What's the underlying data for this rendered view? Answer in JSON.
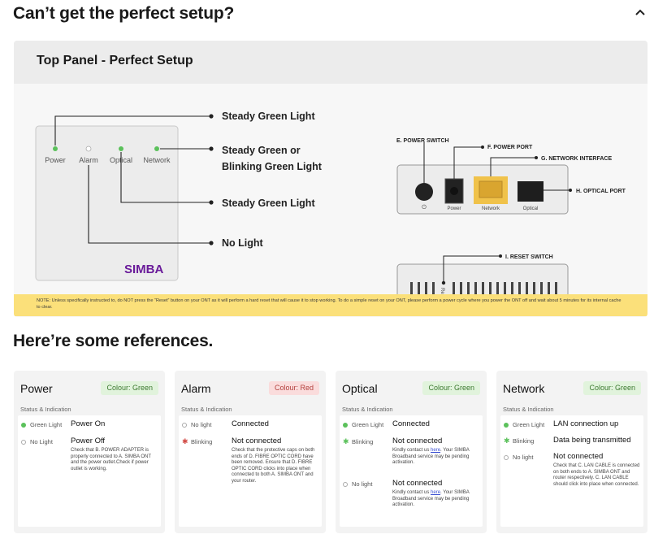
{
  "header": {
    "title": "Can’t get the perfect setup?"
  },
  "panel": {
    "title": "Top Panel - Perfect Setup",
    "front": {
      "lights": [
        "Power",
        "Alarm",
        "Optical",
        "Network"
      ],
      "brand": "SIMBA",
      "callouts": [
        "Steady Green Light",
        "Steady Green or",
        "Blinking Green Light",
        "Steady Green Light",
        "No Light"
      ]
    },
    "back": {
      "labels": {
        "e": "E. POWER SWITCH",
        "f": "F. POWER PORT",
        "g": "G. NETWORK INTERFACE",
        "h": "H. OPTICAL PORT",
        "i": "I. RESET SWITCH"
      },
      "ports": [
        "Power",
        "Network",
        "Optical"
      ],
      "reset": "Reset"
    },
    "note": "NOTE:  Unless specifically instructed to, do NOT press the “Reset” button on your ONT as it will perform a hard reset that will cause it to stop working. To do a simple reset on your ONT, please perform a power cycle where you power the ONT off and wait about 5 minutes for its internal cache to clear."
  },
  "references": {
    "title": "Here’re some references.",
    "status_heading": "Status & Indication",
    "cards": [
      {
        "name": "Power",
        "colour": "Colour: Green",
        "rows": [
          {
            "indicator": "Green Light",
            "value": "Power On",
            "desc": ""
          },
          {
            "indicator": "No Light",
            "value": "Power Off",
            "desc": "Check that B. POWER ADAPTER is properly connected to A. SIMBA ONT and the power outlet.Check if power outlet is working."
          }
        ]
      },
      {
        "name": "Alarm",
        "colour": "Colour: Red",
        "rows": [
          {
            "indicator": "No light",
            "value": "Connected",
            "desc": ""
          },
          {
            "indicator": "Blinking",
            "value": "Not connected",
            "desc": "Check that the protective caps on both ends of D. FIBRE OPTIC CORD have been removed. Ensure that D. FIBRE OPTIC CORD clicks into place when connected to both A. SIMBA ONT and your router."
          }
        ]
      },
      {
        "name": "Optical",
        "colour": "Colour: Green",
        "rows": [
          {
            "indicator": "Green Light",
            "value": "Connected",
            "desc": ""
          },
          {
            "indicator": "Blinking",
            "value": "Not connected",
            "desc_pre": "Kindly contact us ",
            "link": "here",
            "desc_post": ". Your SIMBA Broadband service may be pending activation."
          },
          {
            "indicator": "No light",
            "value": "Not connected",
            "desc_pre": "Kindly contact us ",
            "link": "here",
            "desc_post": ". Your SIMBA Broadband service may be pending activation."
          }
        ]
      },
      {
        "name": "Network",
        "colour": "Colour: Green",
        "rows": [
          {
            "indicator": "Green Light",
            "value": "LAN connection up",
            "desc": ""
          },
          {
            "indicator": "Blinking",
            "value": "Data being transmitted",
            "desc": ""
          },
          {
            "indicator": "No light",
            "value": "Not connected",
            "desc": "Check that C. LAN CABLE is connected on both ends to A. SIMBA ONT and router respectively. C. LAN CABLE should click into place when connected."
          }
        ]
      }
    ]
  },
  "colors": {
    "green": "#5bc15b",
    "red": "#d24b46",
    "brand": "#6a1b9a",
    "note_bg": "#fbe07a"
  }
}
